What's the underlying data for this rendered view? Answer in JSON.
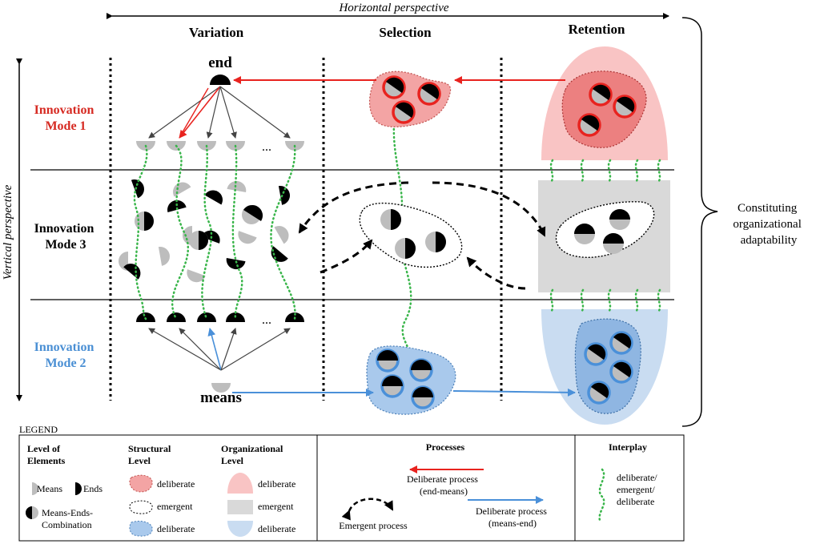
{
  "axes": {
    "horizontal": "Horizontal perspective",
    "vertical": "Vertical perspective"
  },
  "columns": {
    "variation": "Variation",
    "selection": "Selection",
    "retention": "Retention"
  },
  "modes": {
    "mode1": [
      "Innovation",
      "Mode 1"
    ],
    "mode3": [
      "Innovation",
      "Mode 3"
    ],
    "mode2": [
      "Innovation",
      "Mode 2"
    ]
  },
  "labels": {
    "end": "end",
    "means": "means",
    "ellipsis": "..."
  },
  "side_label": [
    "Constituting",
    "organizational",
    "adaptability"
  ],
  "legend": {
    "title": "LEGEND",
    "level_of_elements": [
      "Level of",
      "Elements"
    ],
    "means": "Means",
    "ends": "Ends",
    "combo": [
      "Means-Ends-",
      "Combination"
    ],
    "structural_level": [
      "Structural",
      "Level"
    ],
    "organizational_level": [
      "Organizational",
      "Level"
    ],
    "deliberate": "deliberate",
    "emergent": "emergent",
    "processes": "Processes",
    "proc_end_means": [
      "Deliberate process",
      "(end-means)"
    ],
    "proc_means_end": [
      "Deliberate process",
      "(means-end)"
    ],
    "proc_emergent": "Emergent process",
    "interplay": "Interplay",
    "interplay_text": [
      "deliberate/",
      "emergent/",
      "deliberate"
    ]
  },
  "colors": {
    "red": "#e8231f",
    "red_fill": "#f3a4a4",
    "red_light": "#f9c4c4",
    "blue": "#4a90d9",
    "blue_fill": "#a9c9ec",
    "blue_light": "#c9dcf1",
    "gray": "#bdbdbd",
    "gray_region": "#d9d9d9",
    "green": "#39b54a",
    "mode1_text": "#d62a22",
    "mode2_text": "#4a8fd4"
  }
}
